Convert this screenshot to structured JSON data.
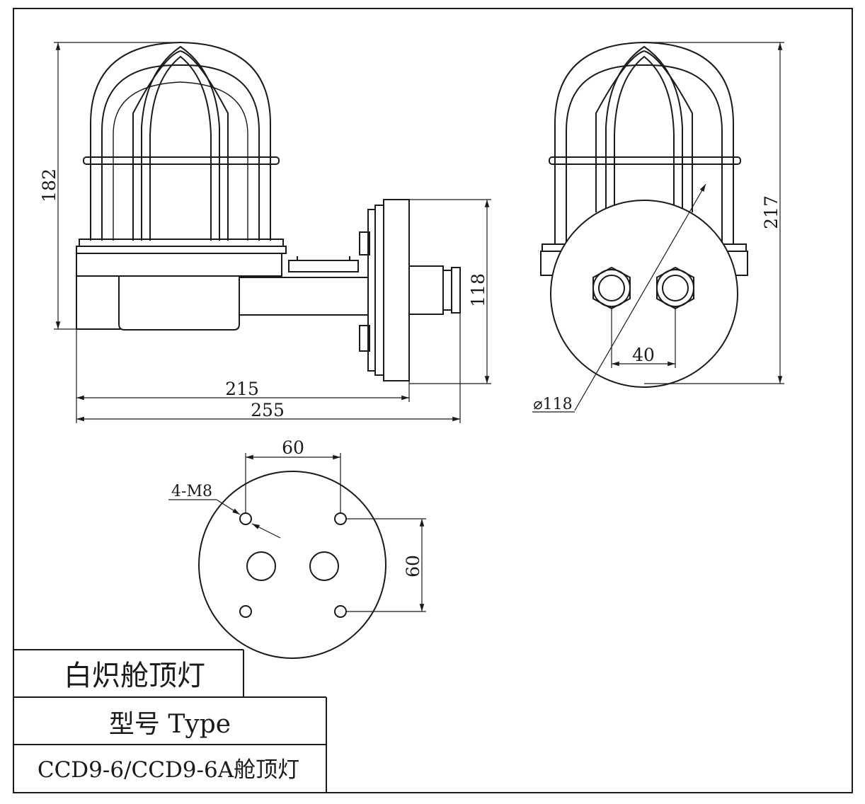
{
  "views": {
    "side": {
      "dims": {
        "height": "182",
        "depth_inner": "215",
        "depth_total": "255",
        "flange": "118"
      }
    },
    "front": {
      "dims": {
        "height": "217",
        "spacing": "40",
        "diameter": "⌀118"
      }
    },
    "base": {
      "dims": {
        "spacing_x": "60",
        "spacing_y": "60",
        "bolts": "4-M8"
      }
    }
  },
  "title_block": {
    "name": "白炽舱顶灯",
    "type_label": "型号 Type",
    "model": "CCD9-6/CCD9-6A舱顶灯"
  }
}
